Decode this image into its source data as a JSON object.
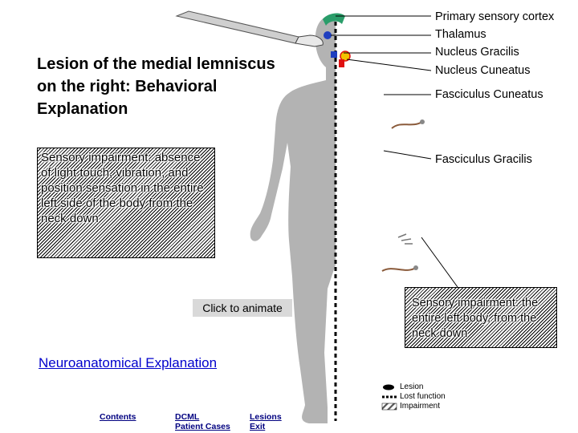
{
  "title": "Lesion of the medial lemniscus on the right: Behavioral Explanation",
  "labels": {
    "primary_sensory_cortex": "Primary sensory cortex",
    "thalamus": "Thalamus",
    "nucleus_gracilis": "Nucleus Gracilis",
    "nucleus_cuneatus": "Nucleus Cuneatus",
    "fasciculus_cuneatus": "Fasciculus Cuneatus",
    "fasciculus_gracilis": "Fasciculus Gracilis"
  },
  "left_box_text": "Sensory impairment: absence of light touch, vibration, and position sensation in the entire left side of the body from the neck down",
  "right_box_text": "Sensory impairment: the entire left body, from the neck down",
  "animate_label": "Click to animate",
  "neuro_link": "Neuroanatomical Explanation",
  "nav": {
    "contents": "Contents",
    "dcml_line1": "DCML",
    "dcml_line2": "Patient Cases",
    "lesions_line1": "Lesions",
    "lesions_line2": "Exit"
  },
  "legend": {
    "lesion": "Lesion",
    "lost_function": "Lost function",
    "impairment": "Impairment"
  },
  "colors": {
    "body": "#b3b3b3",
    "cortex": "#2a9d6a",
    "thalamus": "#1f3fbf",
    "nucleus": "#e01010",
    "link": "#0000cc"
  }
}
